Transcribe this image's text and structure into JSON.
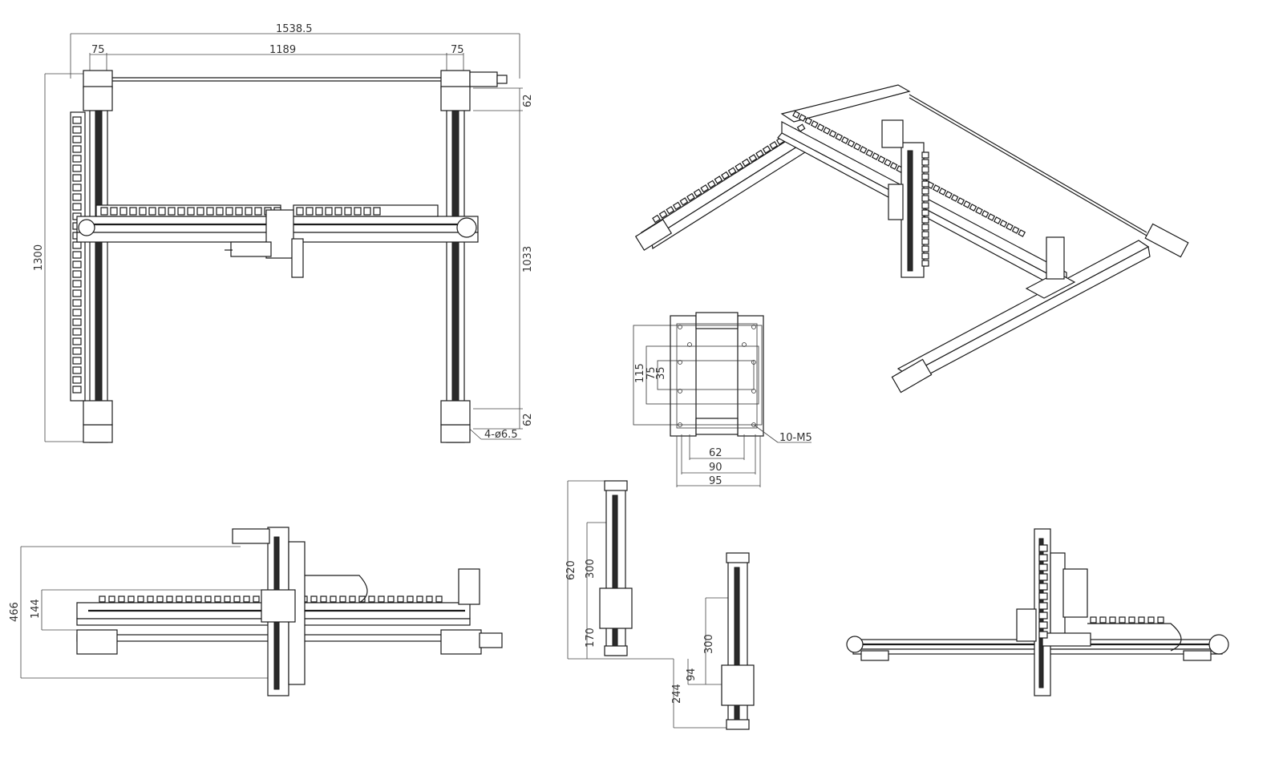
{
  "top_view": {
    "dim_overall_width": "1538.5",
    "dim_left_offset": "75",
    "dim_inner_width": "1189",
    "dim_right_offset": "75",
    "dim_overall_height": "1300",
    "dim_top_margin": "62",
    "dim_rail_length": "1033",
    "dim_bottom_margin": "62",
    "dim_hole_callout": "4-ø6.5"
  },
  "carriage_plate": {
    "dim_height_outer": "115",
    "dim_height_mid": "75",
    "dim_height_inner": "35",
    "dim_width_inner": "62",
    "dim_width_mid": "90",
    "dim_width_outer": "95",
    "dim_thread_callout": "10-M5"
  },
  "front_view": {
    "dim_total_height": "466",
    "dim_offset_height": "144"
  },
  "z_axis_upper": {
    "dim_length": "620",
    "dim_stroke": "300",
    "dim_base": "170"
  },
  "z_axis_lower": {
    "dim_stroke": "300",
    "dim_offset": "94",
    "dim_length": "244"
  }
}
